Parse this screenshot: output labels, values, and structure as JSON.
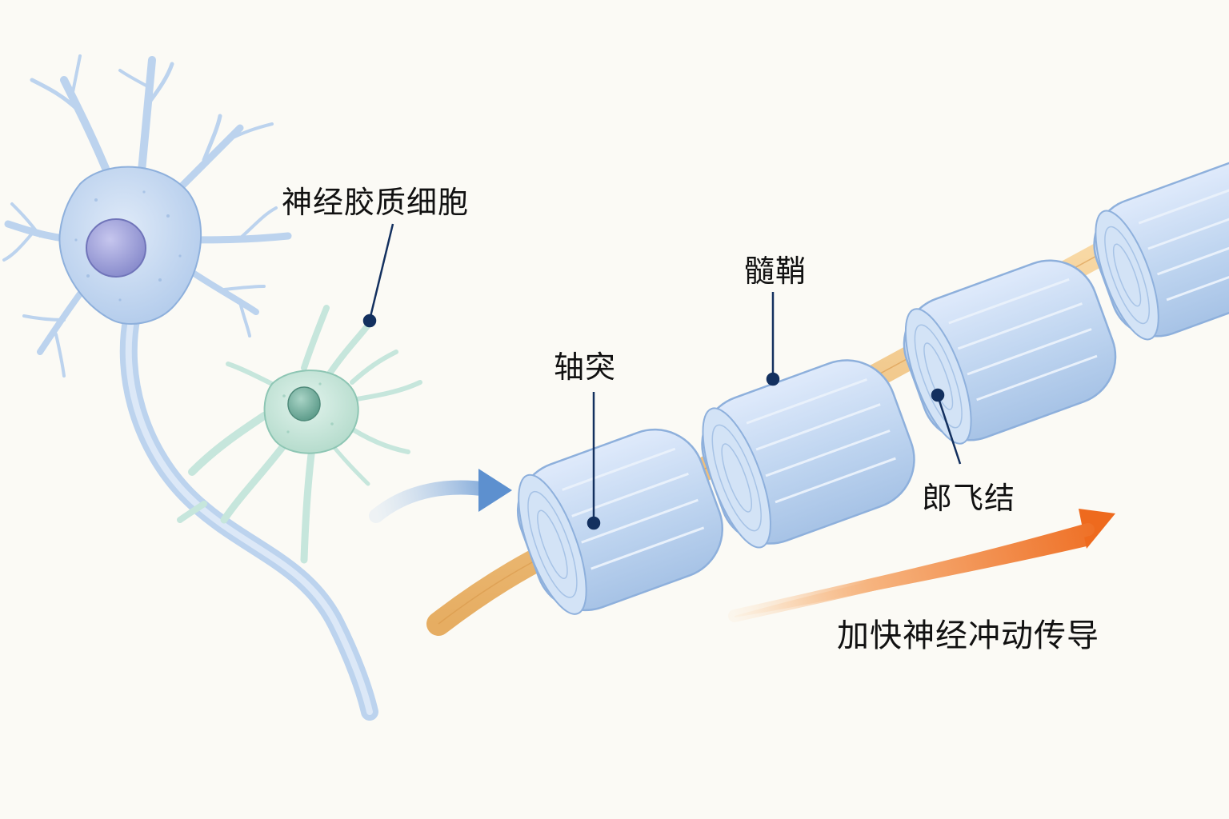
{
  "labels": {
    "glial_cell": "神经胶质细胞",
    "myelin_sheath": "髓鞘",
    "axon": "轴突",
    "node_of_ranvier": "郎飞结",
    "faster_conduction": "加快神经冲动传导"
  },
  "colors": {
    "background": "#fbfaf5",
    "neuron": "#bcd3ee",
    "neuron_outline": "#8eb0dc",
    "nucleus": "#9d9fd6",
    "glial_cell": "#c6e6dc",
    "glial_nucleus": "#6fae9d",
    "myelin": "#c2d8f1",
    "axon": "#f2c483",
    "leader_line": "#13305f",
    "transition_arrow": "#6f9fd4",
    "conduction_arrow": "#ef7a2c"
  },
  "icons": {
    "transition": "curved-arrow-right",
    "conduction": "arrow-right"
  }
}
